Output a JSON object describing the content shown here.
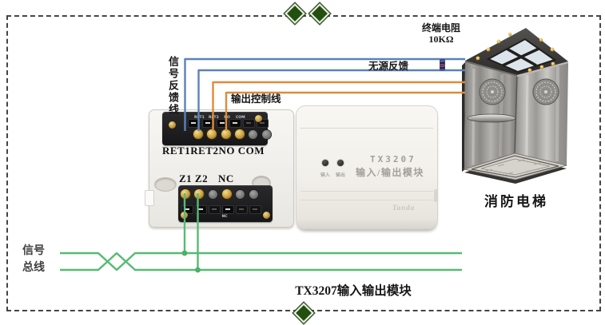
{
  "diagram": {
    "caption": "TX3207输入输出模块",
    "bus_label_line1": "信号",
    "bus_label_line2": "总线",
    "labels": {
      "signal_feedback": "信号反馈线",
      "output_control": "输出控制线",
      "passive_feedback": "无源反馈",
      "terminal_resistor_line1": "终端电阻",
      "terminal_resistor_line2": "10KΩ",
      "elevator": "消防电梯"
    },
    "colors": {
      "signal_feedback_wire": "#5b82b8",
      "output_control_wire": "#e08a3c",
      "signal_bus_wire": "#57ba74",
      "marker_diamond": "#234f10"
    }
  },
  "terminal_module": {
    "top_terminals": [
      "RET1",
      "RET2",
      "NO",
      "COM"
    ],
    "top_row_label": "RET1RET2NO COM",
    "bottom_left_label": "Z1 Z2",
    "bottom_nc_label": "NC",
    "bottom_tiny_label": "NC"
  },
  "io_module": {
    "model": "TX3207",
    "name": "输入/输出模块",
    "led_input_label": "输入",
    "led_output_label": "输出",
    "brand": "Tanda"
  }
}
